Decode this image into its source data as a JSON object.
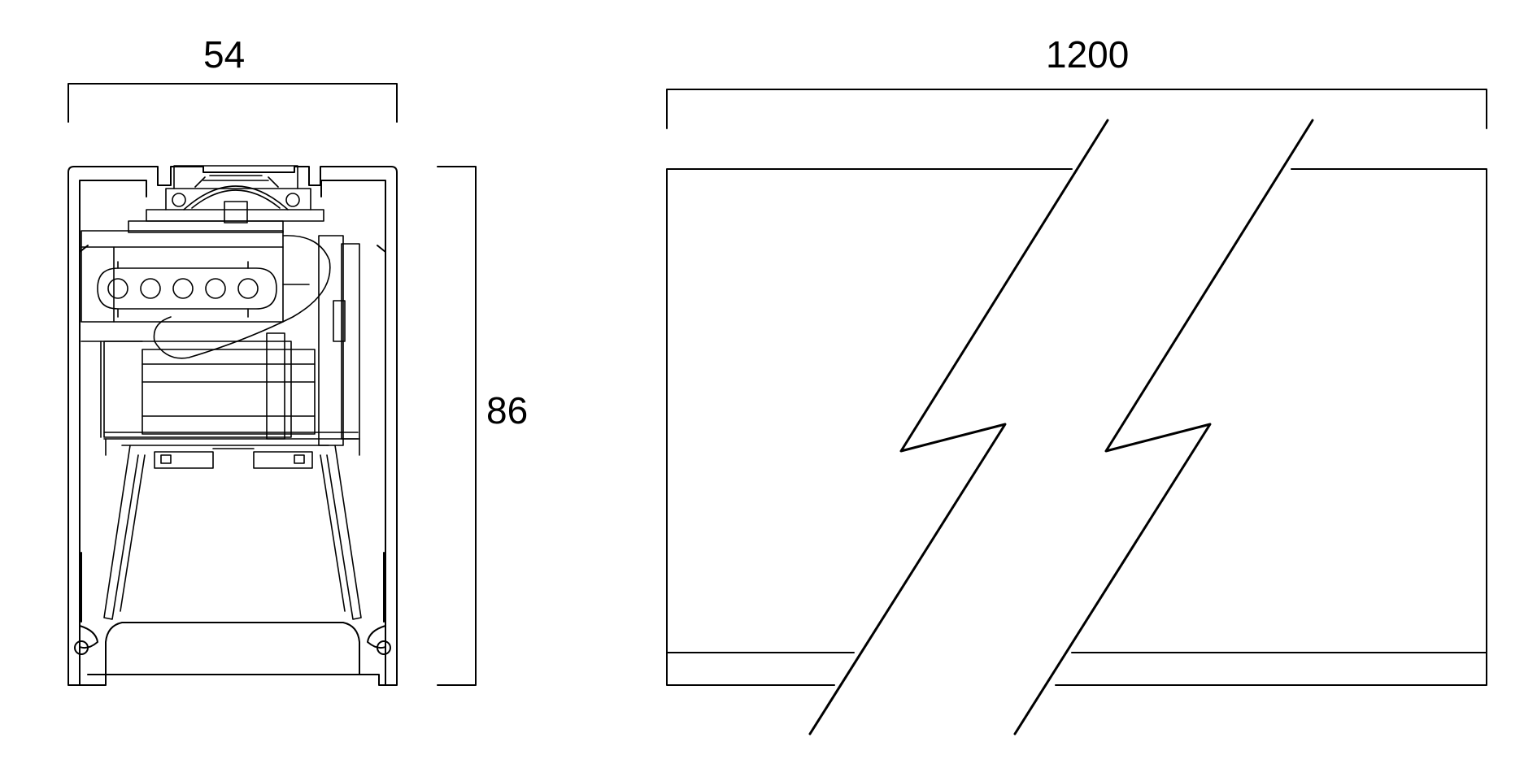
{
  "dimensions": {
    "width": "54",
    "height": "86",
    "length": "1200"
  },
  "colors": {
    "line": "#000000",
    "background": "#ffffff"
  }
}
